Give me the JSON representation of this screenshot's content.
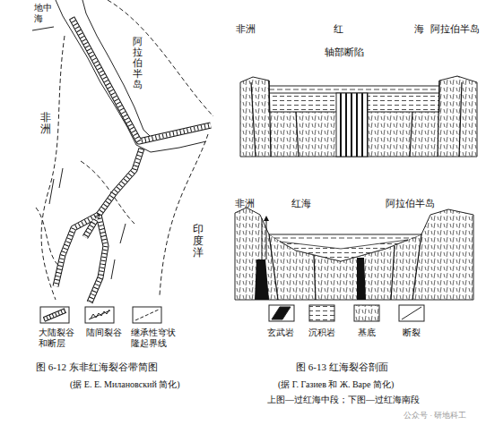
{
  "diagram": {
    "labels": [
      "地中海",
      "阿拉伯半岛",
      "非洲",
      "印度洋",
      "图 6-12 东非红海裂谷带简图",
      "(据 Е. Е. Милановский 简化)",
      "非洲",
      "红",
      "海",
      "阿拉伯半岛",
      "轴部断陷",
      "非洲",
      "红海",
      "阿拉伯半岛",
      "图 6-13 红海裂谷剖面",
      "(据 Г. Газиев 和 Ж. Варе 简化)",
      "上图—过红海中段；下图—过红海南段",
      "公众号 · 研地科工"
    ],
    "legend": [
      {
        "text": "大陆裂谷和断层"
      },
      {
        "text": "陆间裂谷"
      },
      {
        "text": "继承性穹状隆起界线"
      },
      {
        "text": "玄武岩"
      },
      {
        "text": "沉积岩"
      },
      {
        "text": "基底"
      },
      {
        "text": "断裂"
      }
    ]
  }
}
